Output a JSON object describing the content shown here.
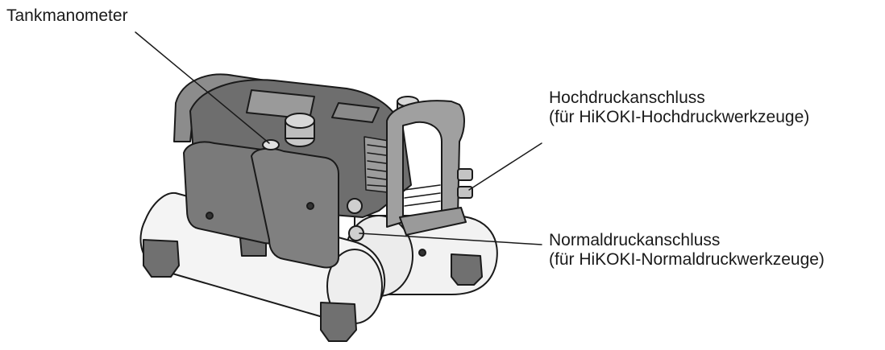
{
  "labels": {
    "tank_gauge": "Tankmanometer",
    "high_pressure": {
      "line1": "Hochdruckanschluss",
      "line2": "(für HiKOKI-Hochdruckwerkzeuge)"
    },
    "normal_pressure": {
      "line1": "Normaldruckanschluss",
      "line2": "(für HiKOKI-Normaldruckwerkzeuge)"
    }
  },
  "colors": {
    "ink": "#1a1a1a",
    "body_dark": "#6b6b6b",
    "body_mid": "#8a8a8a",
    "body_light": "#a9a9a9",
    "tank": "#f2f2f2"
  }
}
